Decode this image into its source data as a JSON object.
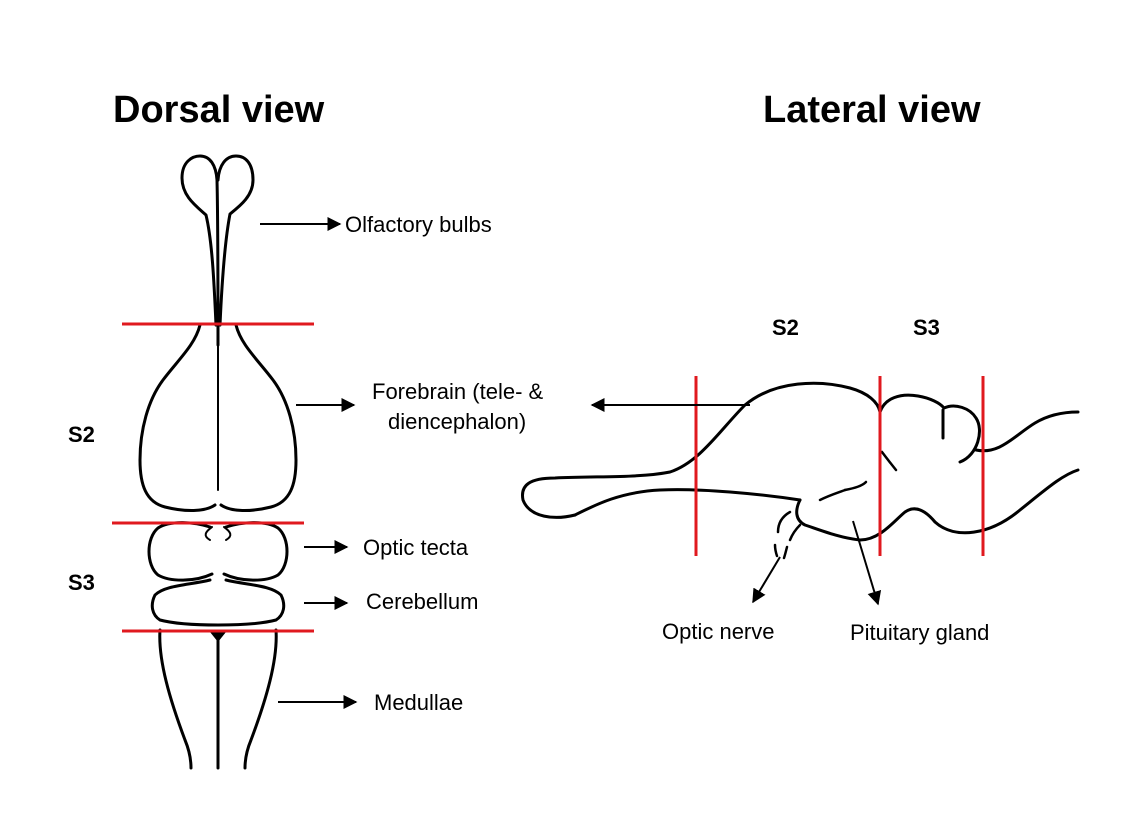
{
  "titles": {
    "dorsal": "Dorsal view",
    "lateral": "Lateral view"
  },
  "dorsal_labels": {
    "olfactory_bulbs": "Olfactory bulbs",
    "forebrain_line1": "Forebrain (tele- &",
    "forebrain_line2": "diencephalon)",
    "optic_tecta": "Optic tecta",
    "cerebellum": "Cerebellum",
    "medullae": "Medullae"
  },
  "section_labels": {
    "s2": "S2",
    "s3": "S3"
  },
  "lateral_labels": {
    "optic_nerve": "Optic nerve",
    "pituitary_gland": "Pituitary gland"
  },
  "colors": {
    "cut_line": "#e0191f",
    "outline": "#000000",
    "background": "#ffffff"
  }
}
